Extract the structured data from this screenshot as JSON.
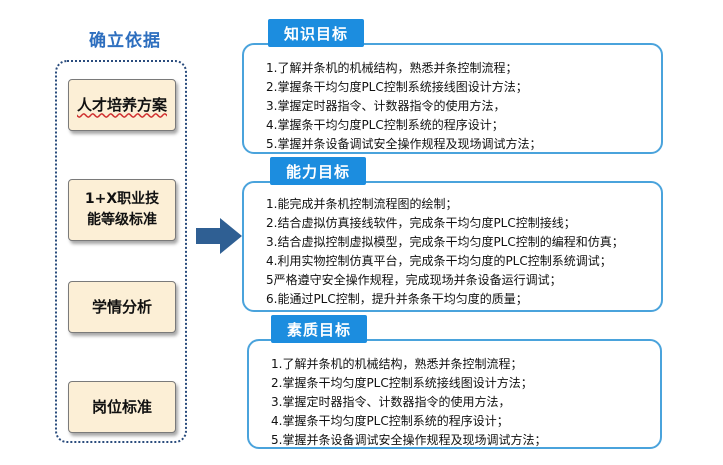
{
  "left": {
    "title": "确立依据",
    "items": [
      "人才培养方案",
      "1+X职业技",
      "能等级标准",
      "学情分析",
      "岗位标准"
    ]
  },
  "goals": [
    {
      "title": "知识目标",
      "lines": [
        "1.了解并条机的机械结构，熟悉并条控制流程；",
        "2.掌握条干均匀度PLC控制系统接线图设计方法；",
        "3.掌握定时器指令、计数器指令的使用方法，",
        "4.掌握条干均匀度PLC控制系统的程序设计；",
        "5.掌握并条设备调试安全操作规程及现场调试方法；"
      ]
    },
    {
      "title": "能力目标",
      "lines": [
        "1.能完成并条机控制流程图的绘制；",
        "2.结合虚拟仿真接线软件，完成条干均匀度PLC控制接线；",
        "3.结合虚拟控制虚拟模型，完成条干均匀度PLC控制的编程和仿真；",
        "4.利用实物控制仿真平台，完成条干均匀度的PLC控制系统调试；",
        "5严格遵守安全操作规程，完成现场并条设备运行调试；",
        "6.能通过PLC控制，提升并条条干均匀度的质量；"
      ]
    },
    {
      "title": "素质目标",
      "lines": [
        "1.了解并条机的机械结构，熟悉并条控制流程；",
        "2.掌握条干均匀度PLC控制系统接线图设计方法；",
        "3.掌握定时器指令、计数器指令的使用方法，",
        "4.掌握条干均匀度PLC控制系统的程序设计；",
        "5.掌握并条设备调试安全操作规程及现场调试方法；"
      ]
    }
  ],
  "colors": {
    "tab_blue": "#1c8ddf",
    "border_blue": "#4aa3dc",
    "left_title_blue": "#2e6fbf",
    "basis_fill": "#fcefd6",
    "arrow_blue": "#2f5f93"
  }
}
